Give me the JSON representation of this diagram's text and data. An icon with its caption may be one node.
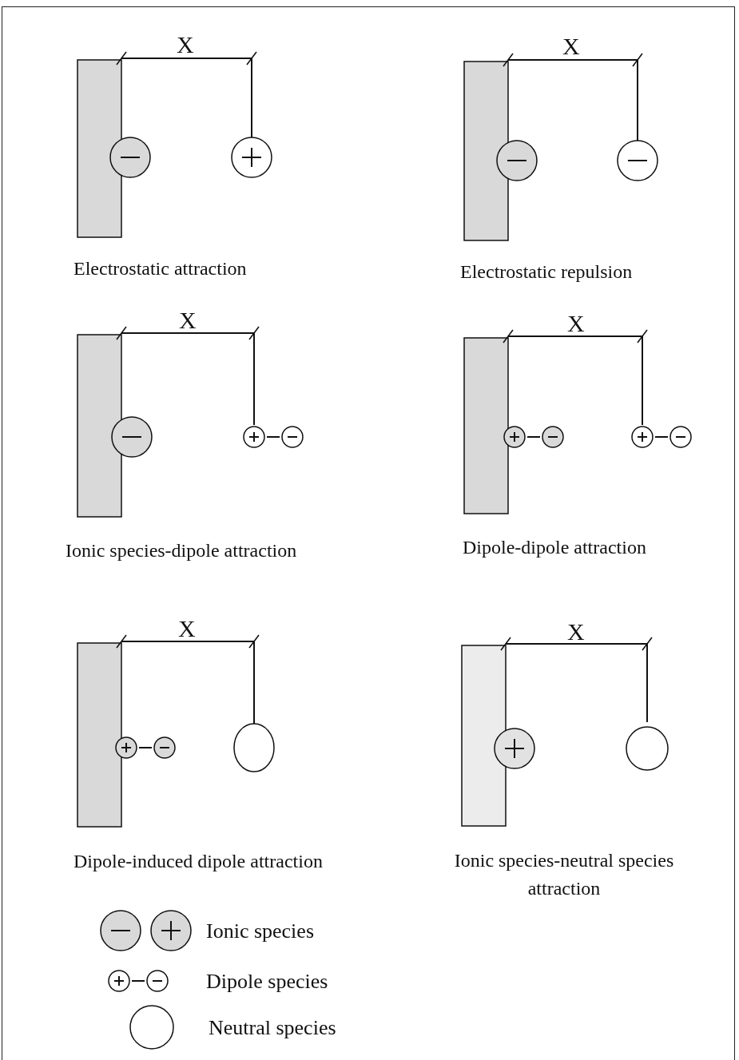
{
  "diagram": {
    "labels": [
      "X",
      "X",
      "Electrostatic attraction",
      "Electrostatic repulsion",
      "X",
      "X",
      "Ionic species-dipole attraction",
      "Dipole-dipole attraction",
      "X",
      "X",
      "Dipole-induced dipole attraction",
      "Ionic species-neutral species attraction"
    ],
    "legend": [
      {
        "text": "Ionic species"
      },
      {
        "text": "Dipole species"
      },
      {
        "text": "Neutral species"
      }
    ]
  }
}
